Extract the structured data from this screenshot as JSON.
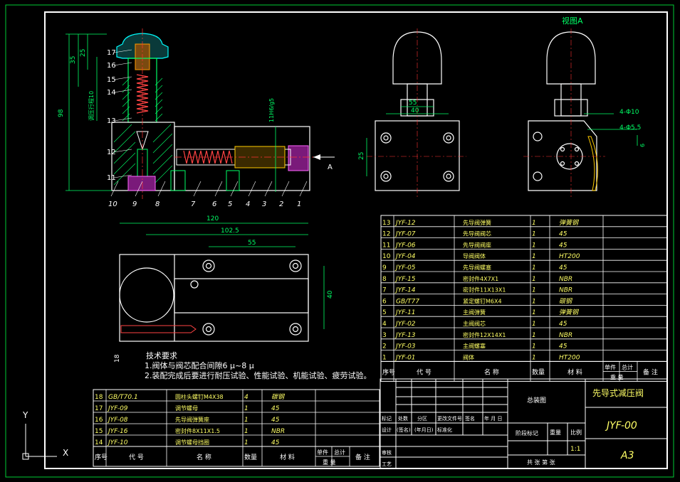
{
  "view_label": "视图A",
  "arrow_label": "A",
  "side_dims": {
    "d98": "98",
    "d35": "35",
    "d25": "25",
    "note": "调压行程10",
    "fit": "11H6/g5"
  },
  "front_dims": {
    "w55": "55",
    "w40": "40",
    "h25": "25"
  },
  "right_dims": {
    "hole1": "4-Φ10",
    "hole2": "4-Φ5.5",
    "d6": "6"
  },
  "plan_dims": {
    "w120": "120",
    "w102": "102.5",
    "w55": "55",
    "h40": "40"
  },
  "balloons_bottom": [
    "10",
    "9",
    "8",
    "7",
    "6",
    "5",
    "4",
    "3",
    "2",
    "1"
  ],
  "balloons_left": [
    "17",
    "16",
    "15",
    "14",
    "13",
    "12",
    "11"
  ],
  "plan_balloon": "18",
  "tech": {
    "title": "技术要求",
    "line1": "1.阀体与阀芯配合间隙6 μ~8 μ",
    "line2": "2.装配完成后要进行耐压试验、性能试验、机能试验、疲劳试验。"
  },
  "parts_right": [
    {
      "no": "13",
      "code": "JYF-12",
      "name": "先导阀弹簧",
      "qty": "1",
      "mat": "弹簧钢"
    },
    {
      "no": "12",
      "code": "JYF-07",
      "name": "先导阀阀芯",
      "qty": "1",
      "mat": "45"
    },
    {
      "no": "11",
      "code": "JYF-06",
      "name": "先导阀阀座",
      "qty": "1",
      "mat": "45"
    },
    {
      "no": "10",
      "code": "JYF-04",
      "name": "导阀阀体",
      "qty": "1",
      "mat": "HT200"
    },
    {
      "no": "9",
      "code": "JYF-05",
      "name": "先导阀螺塞",
      "qty": "1",
      "mat": "45"
    },
    {
      "no": "8",
      "code": "JYF-15",
      "name": "密封件4X7X1",
      "qty": "1",
      "mat": "NBR"
    },
    {
      "no": "7",
      "code": "JYF-14",
      "name": "密封件11X13X1",
      "qty": "1",
      "mat": "NBR"
    },
    {
      "no": "6",
      "code": "GB/T77",
      "name": "紧定螺钉M6X4",
      "qty": "1",
      "mat": "碳钢"
    },
    {
      "no": "5",
      "code": "JYF-11",
      "name": "主阀弹簧",
      "qty": "1",
      "mat": "弹簧钢"
    },
    {
      "no": "4",
      "code": "JYF-02",
      "name": "主阀阀芯",
      "qty": "1",
      "mat": "45"
    },
    {
      "no": "3",
      "code": "JYF-13",
      "name": "密封件12X14X1",
      "qty": "1",
      "mat": "NBR"
    },
    {
      "no": "2",
      "code": "JYF-03",
      "name": "主阀螺塞",
      "qty": "1",
      "mat": "45"
    },
    {
      "no": "1",
      "code": "JYF-01",
      "name": "阀体",
      "qty": "1",
      "mat": "HT200"
    }
  ],
  "parts_left": [
    {
      "no": "18",
      "code": "GB/T70.1",
      "name": "圆柱头螺钉M4X38",
      "qty": "4",
      "mat": "碳钢"
    },
    {
      "no": "17",
      "code": "JYF-09",
      "name": "调节螺母",
      "qty": "1",
      "mat": "45"
    },
    {
      "no": "16",
      "code": "JYF-08",
      "name": "先导阀弹簧座",
      "qty": "1",
      "mat": "45"
    },
    {
      "no": "15",
      "code": "JYF-16",
      "name": "密封件8X11X1.5",
      "qty": "1",
      "mat": "NBR"
    },
    {
      "no": "14",
      "code": "JYF-10",
      "name": "调节螺母挡圈",
      "qty": "1",
      "mat": "45"
    }
  ],
  "header": {
    "no": "序号",
    "code": "代 号",
    "name": "名 称",
    "qty": "数量",
    "mat": "材 料",
    "single": "单件",
    "total": "总计",
    "weight": "重 量",
    "remark": "备 注"
  },
  "title_block": {
    "assembly": "总装图",
    "product": "先导式减压阀",
    "drawing_no": "JYF-00",
    "size": "A3",
    "stage_mark": "阶段标记",
    "weight": "重量",
    "scale": "比例",
    "scale_value": "1:1",
    "sheets": "共  张 第 张",
    "mark": "标记",
    "count": "处数",
    "zone": "分区",
    "change_doc": "更改文件号",
    "sign": "签名",
    "date": "年 月 日",
    "design": "设计",
    "sign_paren": "(签名)",
    "date_paren": "(年月日)",
    "standard": "标准化",
    "review": "审核",
    "process": "工艺"
  },
  "ucs": {
    "x": "X",
    "y": "Y"
  }
}
